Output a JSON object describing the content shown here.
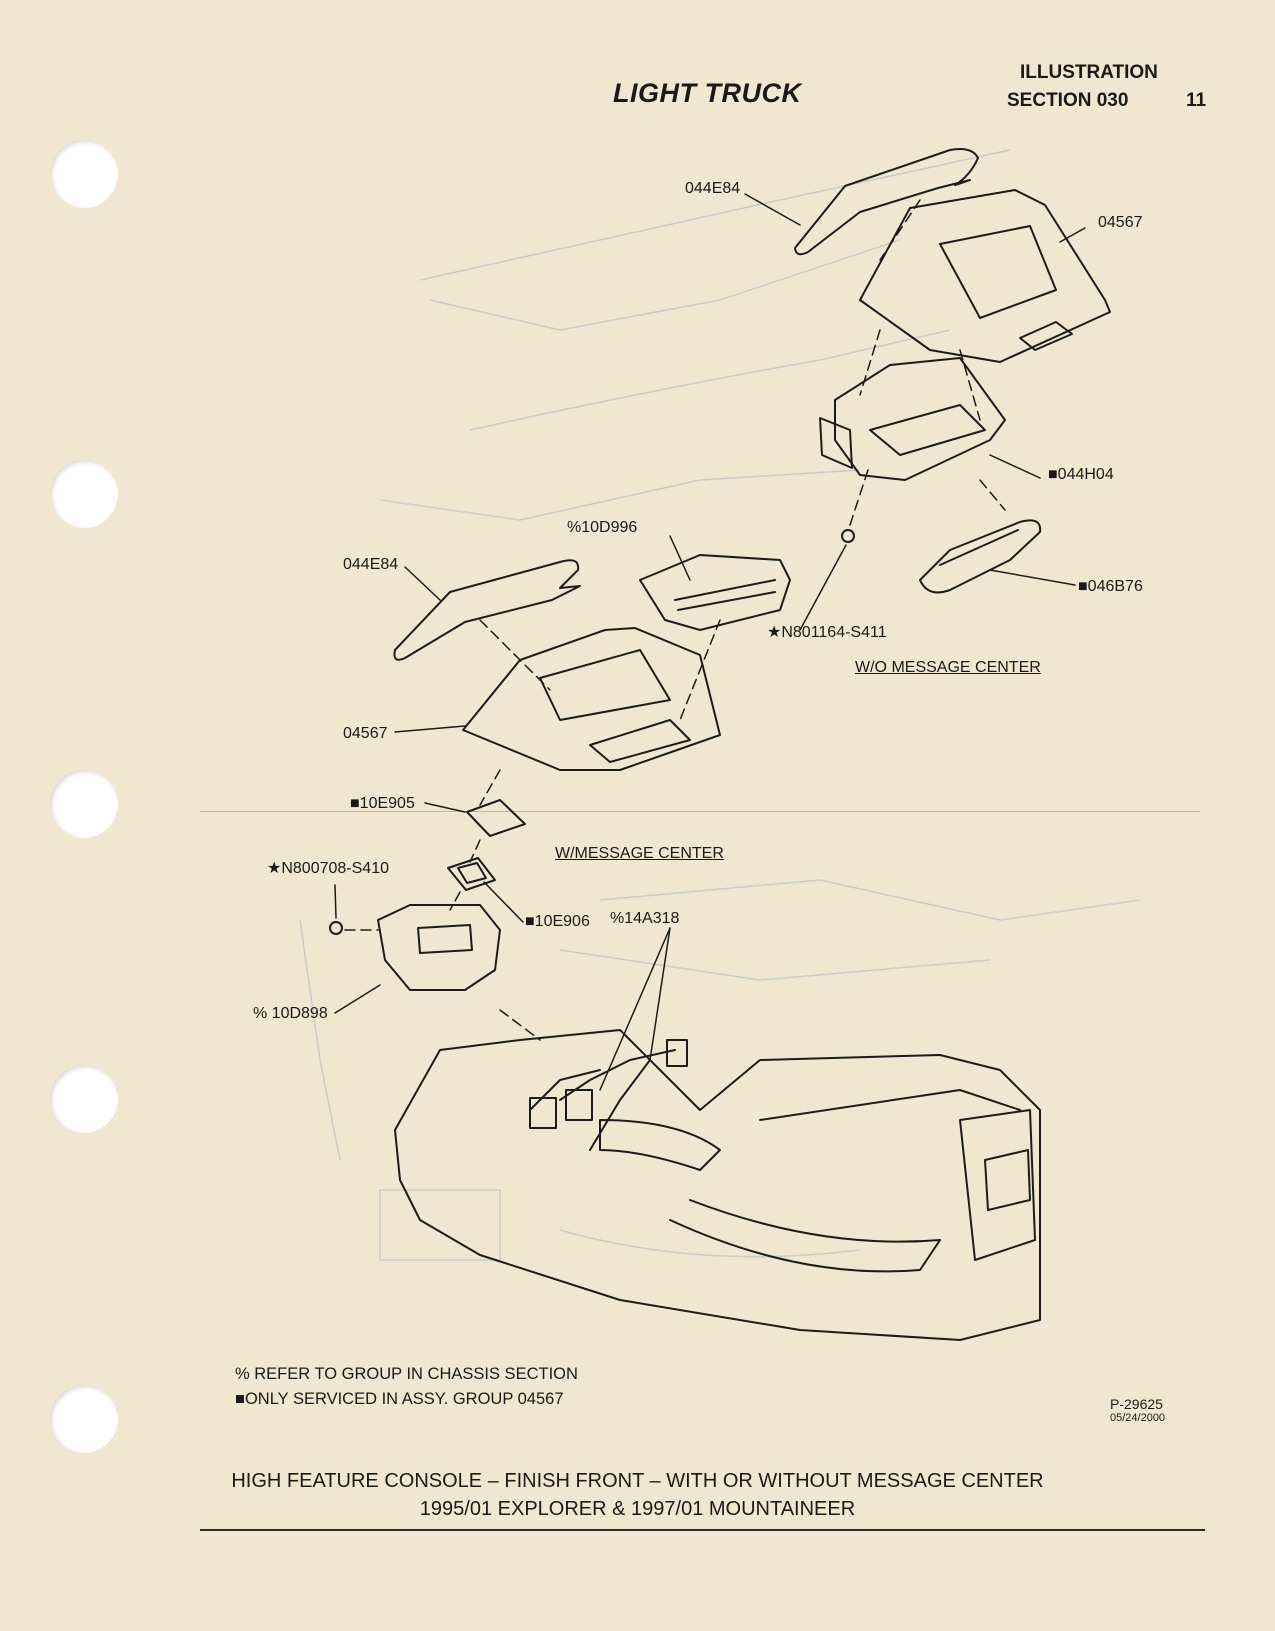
{
  "header": {
    "title": "LIGHT TRUCK",
    "illustration": "ILLUSTRATION",
    "section": "SECTION 030",
    "page_number": "11"
  },
  "callouts": {
    "trim_upper_top": "044E84",
    "bezel_upper": "04567",
    "bracket_upper": "044H04",
    "pocket": "046B76",
    "message_module": "%10D996",
    "nut_upper": "N801164-S411",
    "trim_lower": "044E84",
    "bezel_lower": "04567",
    "pad_10E905": "10E905",
    "screw_lower": "N800708-S410",
    "clip_10E906": "10E906",
    "harness": "%14A318",
    "module_10D898": "% 10D898"
  },
  "sections": {
    "without": "W/O MESSAGE CENTER",
    "with": "W/MESSAGE CENTER"
  },
  "notes": {
    "percent": "% REFER TO GROUP IN CHASSIS SECTION",
    "square": "ONLY SERVICED IN ASSY. GROUP 04567"
  },
  "figure": {
    "number": "P-29625",
    "date": "05/24/2000"
  },
  "caption": {
    "line1": "HIGH FEATURE CONSOLE – FINISH FRONT – WITH OR WITHOUT MESSAGE CENTER",
    "line2": "1995/01 EXPLORER & 1997/01 MOUNTAINEER"
  }
}
